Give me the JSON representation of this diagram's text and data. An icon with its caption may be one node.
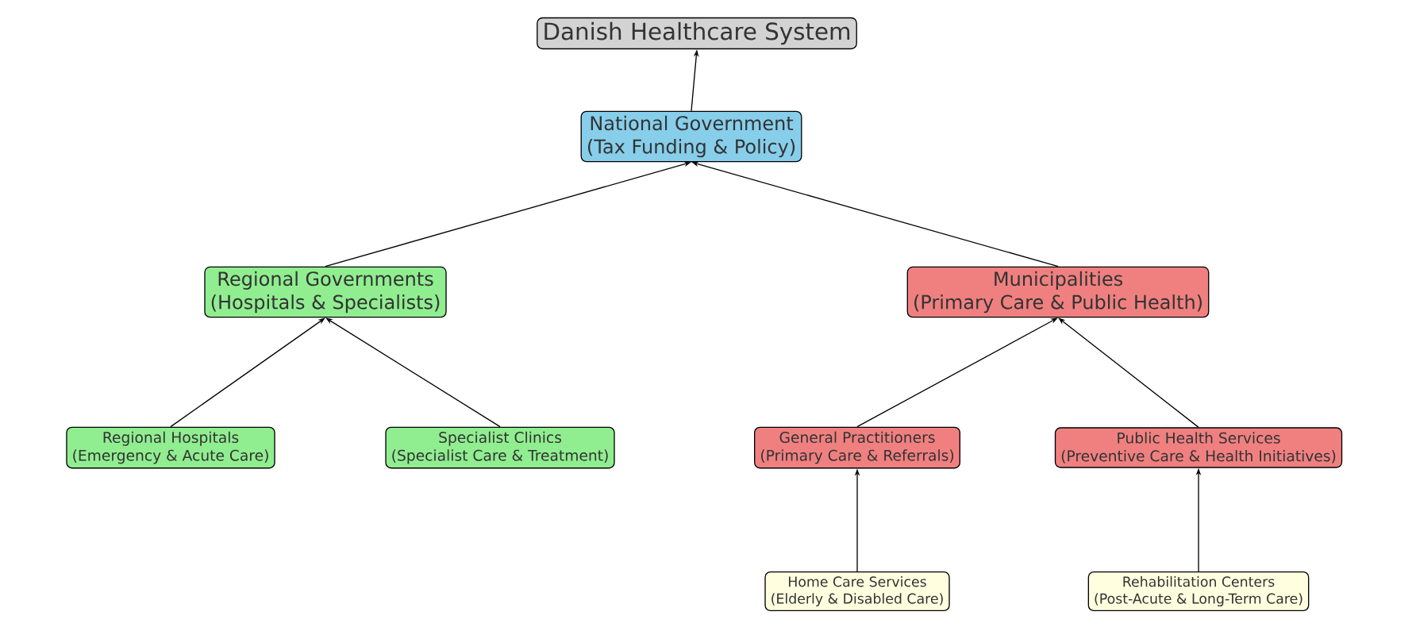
{
  "diagram": {
    "nodes": [
      {
        "text": [
          "Danish Healthcare System"
        ]
      },
      {
        "text": [
          "National Government",
          "(Tax Funding & Policy)"
        ]
      },
      {
        "text": [
          "Regional Governments",
          "(Hospitals & Specialists)"
        ]
      },
      {
        "text": [
          "Municipalities",
          "(Primary Care & Public Health)"
        ]
      },
      {
        "text": [
          "Regional Hospitals",
          "(Emergency & Acute Care)"
        ]
      },
      {
        "text": [
          "Specialist Clinics",
          "(Specialist Care & Treatment)"
        ]
      },
      {
        "text": [
          "General Practitioners",
          "(Primary Care & Referrals)"
        ]
      },
      {
        "text": [
          "Public Health Services",
          "(Preventive Care & Health Initiatives)"
        ]
      },
      {
        "text": [
          "Home Care Services",
          "(Elderly & Disabled Care)"
        ]
      },
      {
        "text": [
          "Rehabilitation Centers",
          "(Post-Acute & Long-Term Care)"
        ]
      }
    ],
    "edges": [
      {
        "from": 1,
        "to": 0,
        "arrow": "to"
      },
      {
        "from": 2,
        "to": 1,
        "arrow": "to"
      },
      {
        "from": 3,
        "to": 1,
        "arrow": "to"
      },
      {
        "from": 4,
        "to": 2,
        "arrow": "to"
      },
      {
        "from": 5,
        "to": 2,
        "arrow": "to"
      },
      {
        "from": 6,
        "to": 3,
        "arrow": "to"
      },
      {
        "from": 7,
        "to": 3,
        "arrow": "to"
      },
      {
        "from": 8,
        "to": 6,
        "arrow": "to"
      },
      {
        "from": 9,
        "to": 7,
        "arrow": "to"
      }
    ]
  }
}
